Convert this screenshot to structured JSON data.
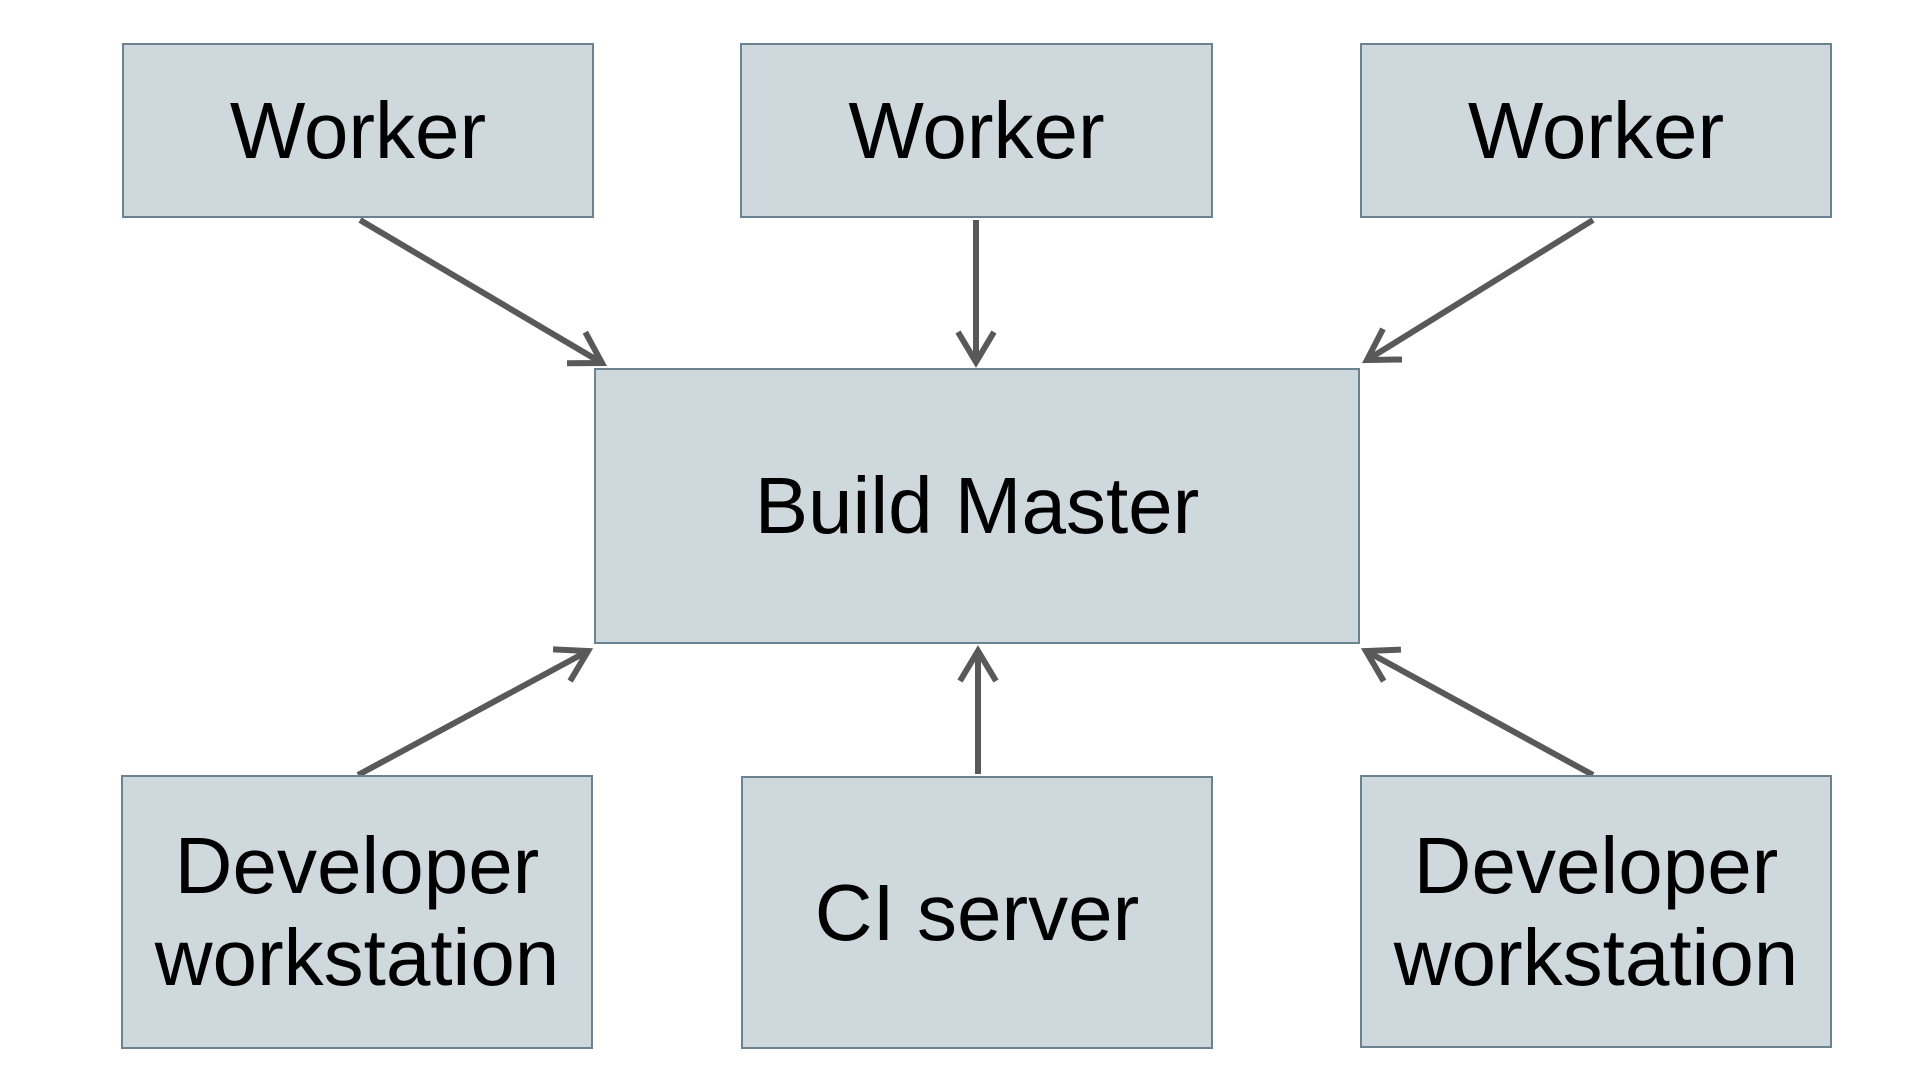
{
  "diagram": {
    "type": "architecture-diagram",
    "background_color": "#ffffff",
    "node_fill_color": "#cfd8dc",
    "node_border_color": "#6b8290",
    "arrow_color": "#595959",
    "text_color": "#000000",
    "nodes": [
      {
        "id": "worker-1",
        "label": "Worker"
      },
      {
        "id": "worker-2",
        "label": "Worker"
      },
      {
        "id": "worker-3",
        "label": "Worker"
      },
      {
        "id": "build-master",
        "label": "Build Master"
      },
      {
        "id": "developer-workstation-left",
        "label": "Developer workstation"
      },
      {
        "id": "ci-server",
        "label": "CI server"
      },
      {
        "id": "developer-workstation-right",
        "label": "Developer workstation"
      }
    ],
    "edges": [
      {
        "from": "worker-1",
        "to": "build-master"
      },
      {
        "from": "worker-2",
        "to": "build-master"
      },
      {
        "from": "worker-3",
        "to": "build-master"
      },
      {
        "from": "developer-workstation-left",
        "to": "build-master"
      },
      {
        "from": "ci-server",
        "to": "build-master"
      },
      {
        "from": "developer-workstation-right",
        "to": "build-master"
      }
    ]
  }
}
